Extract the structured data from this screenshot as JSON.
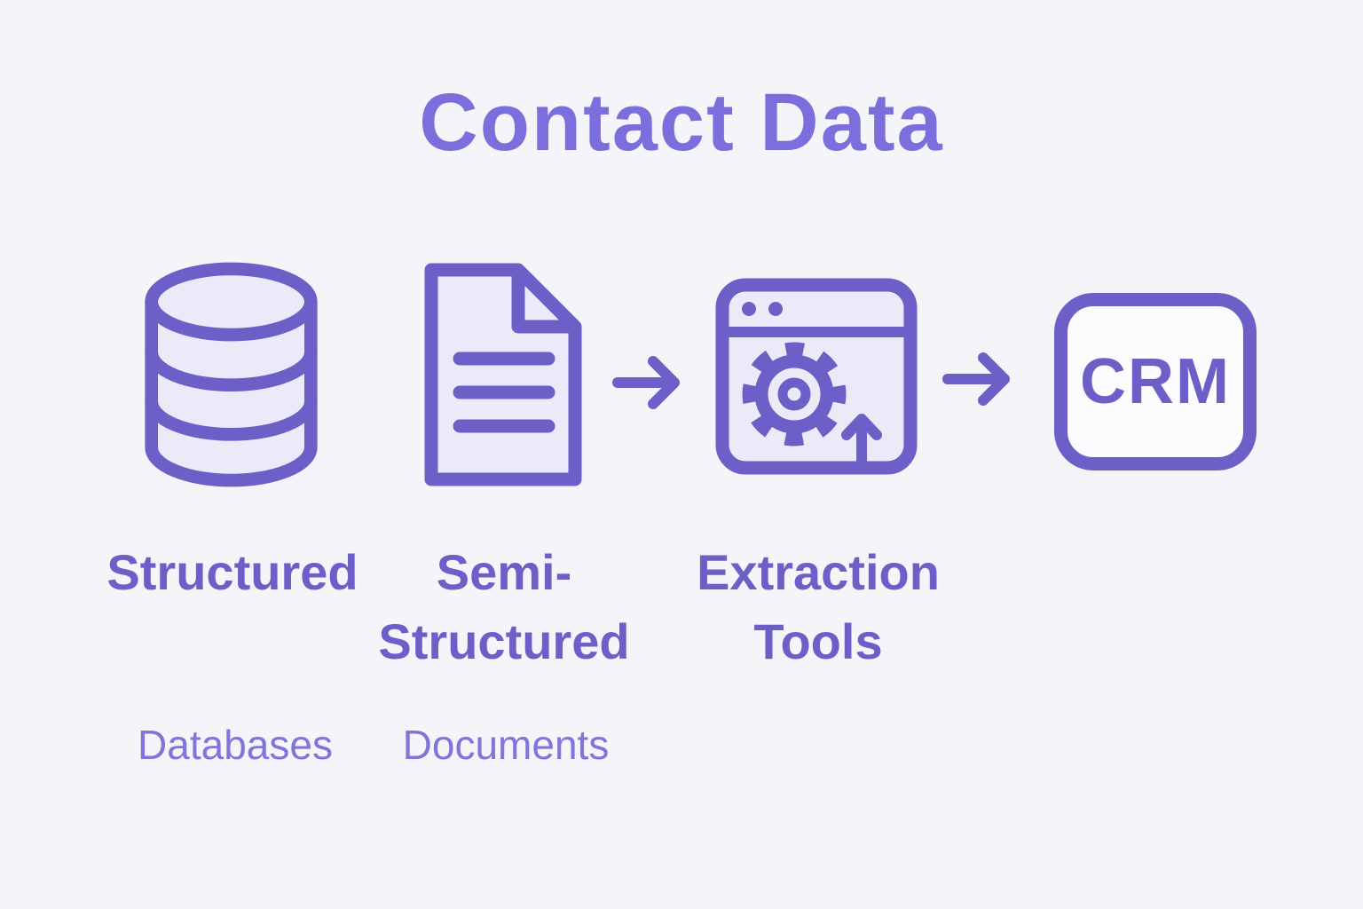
{
  "title": "Contact Data",
  "colors": {
    "accent": "#6c5fc7",
    "background": "#f5f4f8",
    "fill": "#eceaf8",
    "title": "#7b6fdd",
    "sublabel": "#7f75da"
  },
  "nodes": {
    "structured": {
      "label": "Structured",
      "sublabel": "Databases",
      "icon": "database-icon"
    },
    "semi_structured": {
      "label_line1": "Semi-",
      "label_line2": "Structured",
      "sublabel": "Documents",
      "icon": "document-icon"
    },
    "extraction": {
      "label_line1": "Extraction",
      "label_line2": "Tools",
      "icon": "browser-gear-icon"
    },
    "crm": {
      "label": "CRM",
      "icon": "crm-box-icon"
    }
  },
  "connector_icon": "arrow-right-icon"
}
